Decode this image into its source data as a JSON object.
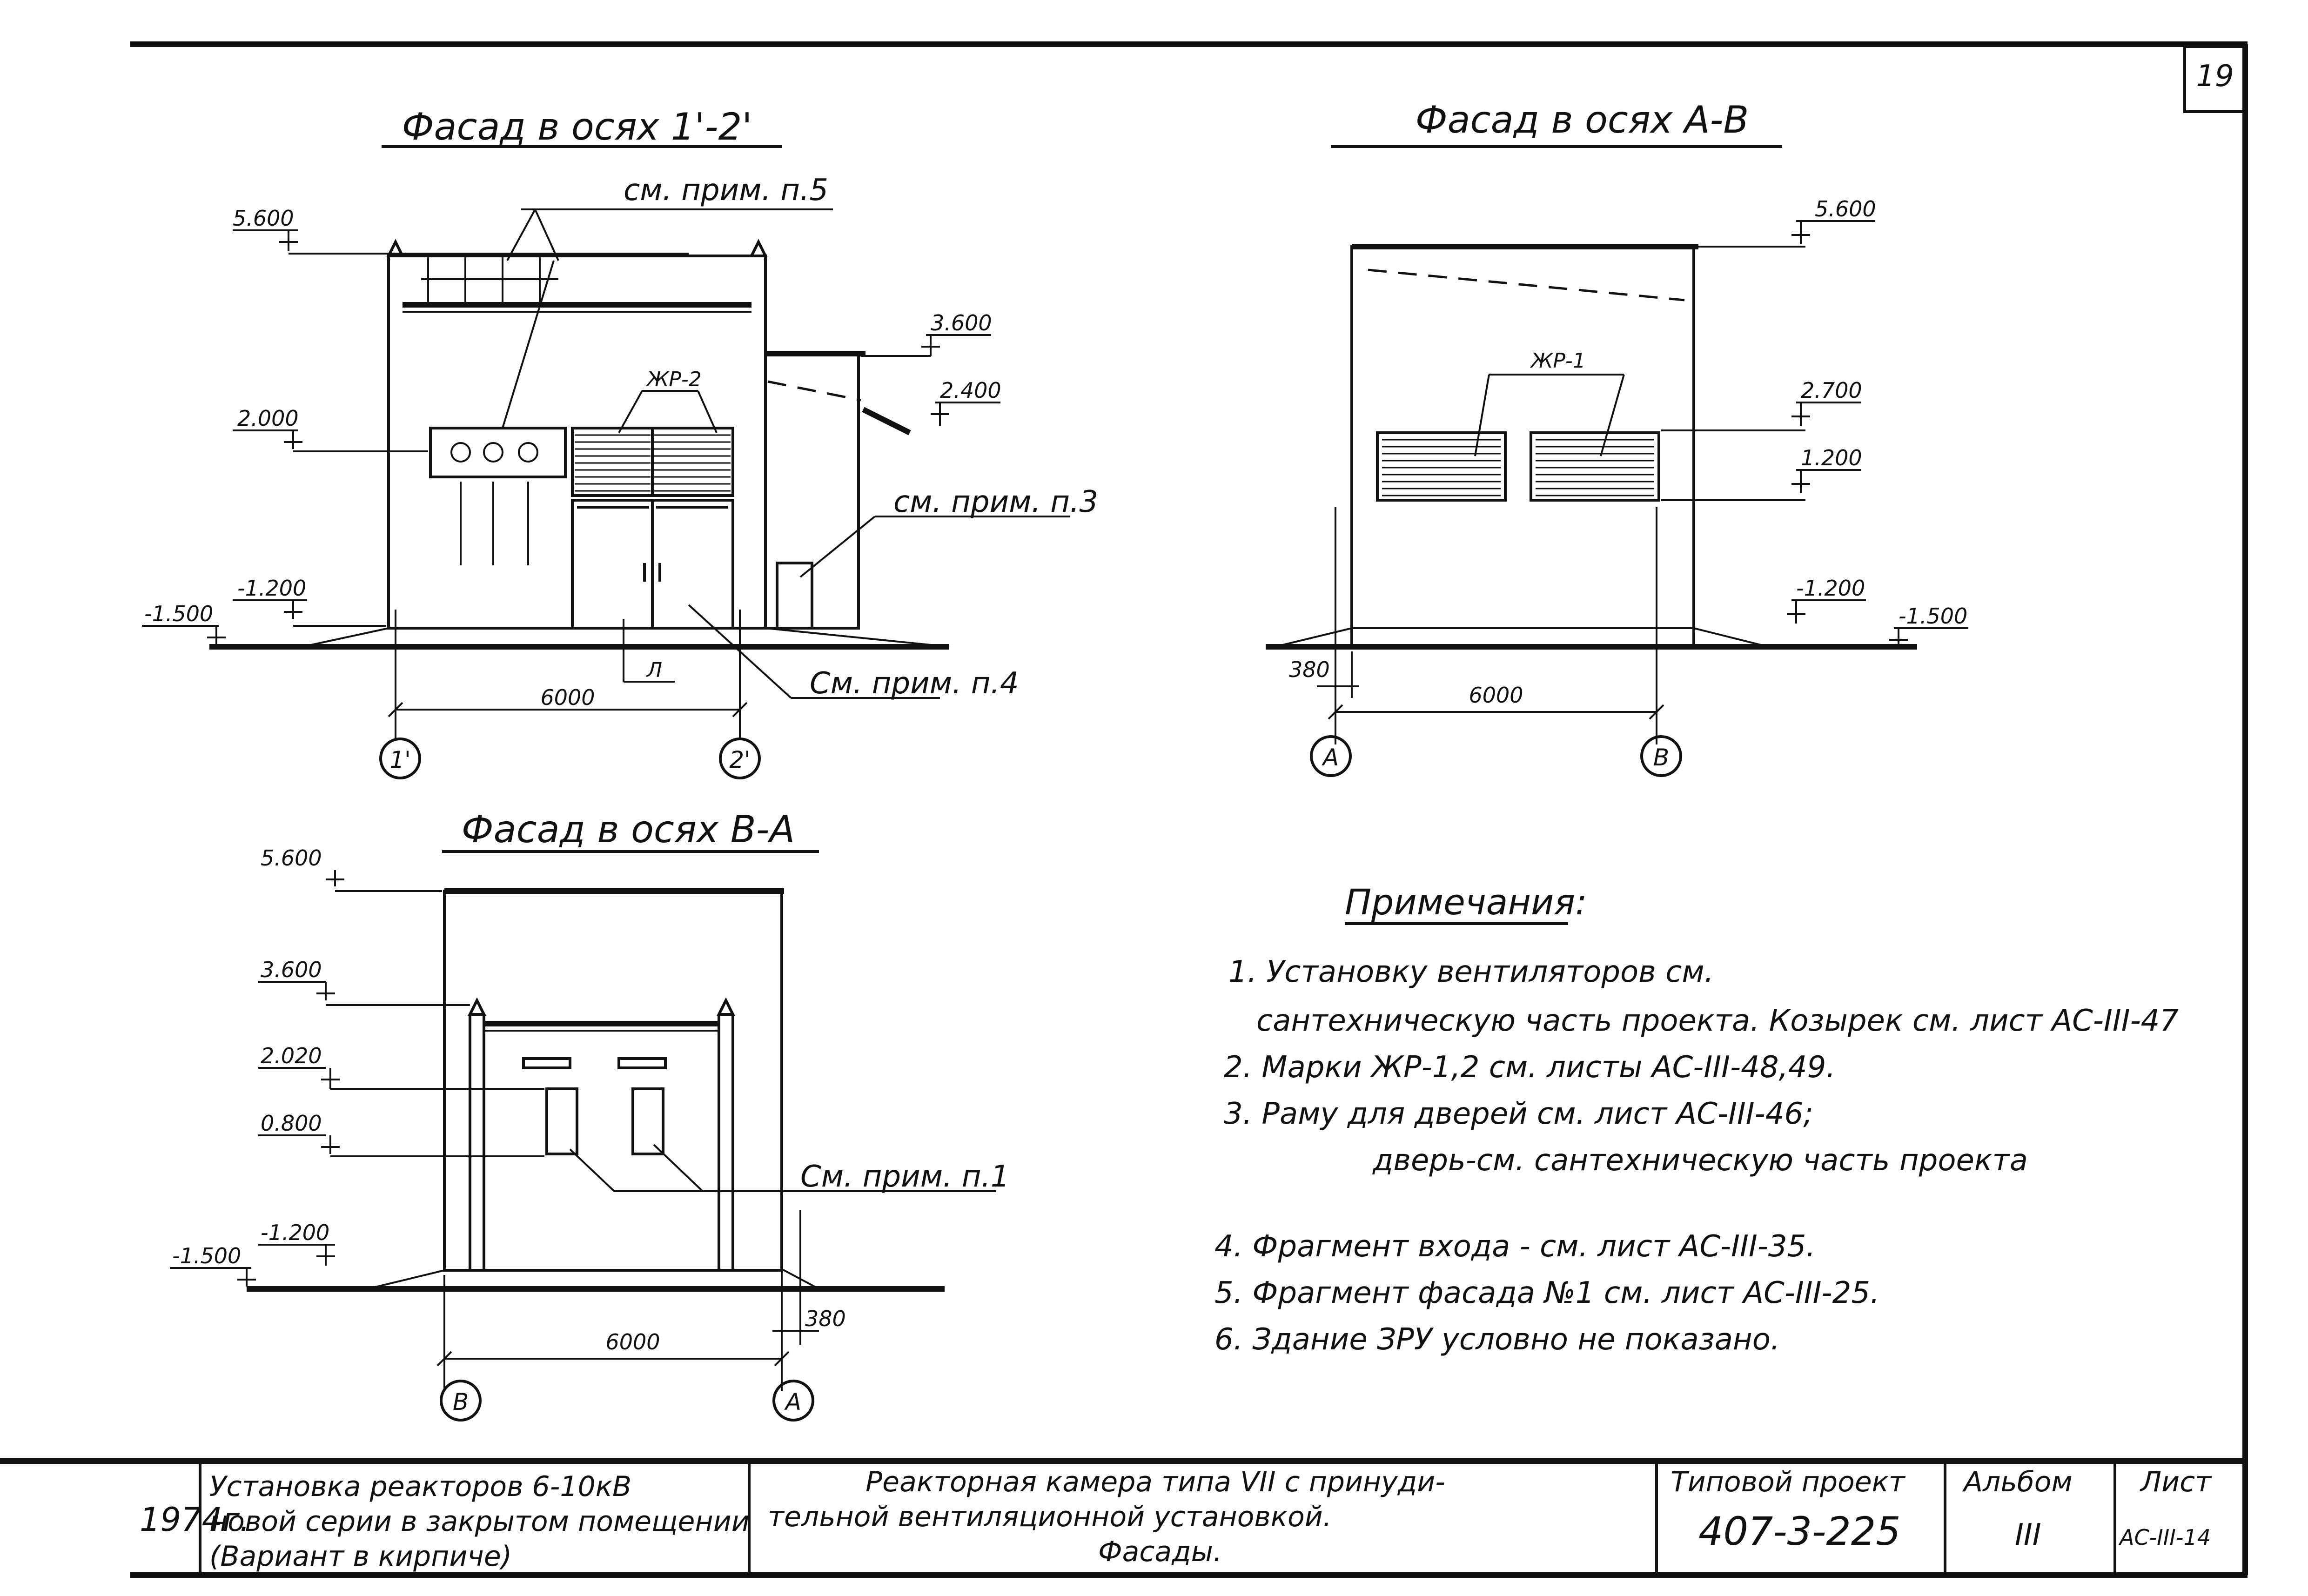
{
  "sheet_number": "19",
  "facades": {
    "f1": {
      "title": "Фасад в осях 1'-2'",
      "levels": [
        "5.600",
        "3.600",
        "2.400",
        "2.000",
        "-1.200",
        "-1.500"
      ],
      "callouts": [
        "см. прим. п.5",
        "ЖР-2",
        "см. прим. п.3",
        "Л",
        "См. прим. п.4"
      ],
      "dimension": "6000",
      "axes": [
        "1'",
        "2'"
      ]
    },
    "f2": {
      "title": "Фасад в осях А-В",
      "levels": [
        "5.600",
        "2.700",
        "1.200",
        "-1.200",
        "-1.500"
      ],
      "callouts": [
        "ЖР-1"
      ],
      "dims": [
        "380",
        "6000"
      ],
      "axes": [
        "А",
        "В"
      ]
    },
    "f3": {
      "title": "Фасад в осях В-А",
      "levels": [
        "5.600",
        "3.600",
        "2.020",
        "0.800",
        "-1.200",
        "-1.500"
      ],
      "callouts": [
        "См. прим. п.1"
      ],
      "dims": [
        "380",
        "6000"
      ],
      "axes": [
        "В",
        "А"
      ]
    }
  },
  "notes": {
    "heading": "Примечания:",
    "lines": [
      "1.  Установку вентиляторов      см.",
      "сантехническую часть проекта. Козырек см. лист АС-III-47",
      "2. Марки ЖР-1,2 см. листы АС-III-48,49.",
      "3. Раму для дверей  см. лист АС-III-46;",
      "дверь-см. сантехническую часть проекта",
      "4. Фрагмент входа - см. лист АС-III-35.",
      "5. Фрагмент фасада №1 см. лист АС-III-25.",
      "6. Здание ЗРУ условно не показано."
    ]
  },
  "title_block": {
    "year": "1974г.",
    "left": [
      "Установка реакторов 6-10кВ",
      "новой серии в закрытом помещении",
      "(Вариант в кирпиче)"
    ],
    "center": [
      "Реакторная камера типа VII с принуди-",
      "тельной вентиляционной установкой.",
      "Фасады."
    ],
    "project_label": "Типовой проект",
    "project_code": "407-3-225",
    "album_label": "Альбом",
    "album_value": "III",
    "sheet_label": "Лист",
    "sheet_value": "АС-III-14"
  }
}
